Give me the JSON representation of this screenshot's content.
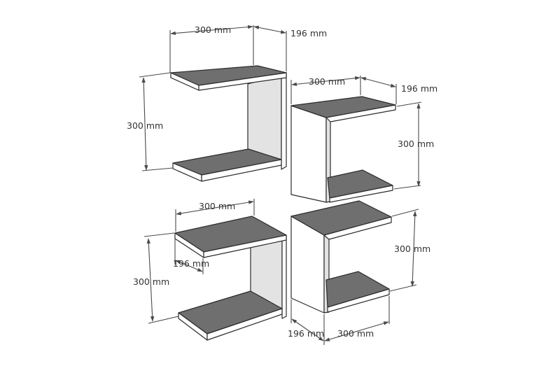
{
  "diagram": {
    "dimensions": {
      "tl_width": "300 mm",
      "tl_depth": "196 mm",
      "tl_height": "300 mm",
      "tr_width": "300 mm",
      "tr_depth": "196 mm",
      "tr_height": "300 mm",
      "bl_width": "300 mm",
      "bl_depth": "196 mm",
      "bl_height": "300 mm",
      "br_height": "300 mm",
      "br_depth": "196 mm",
      "br_width": "300 mm"
    },
    "colors": {
      "shelf_top": "#6f6f6f",
      "side_panel": "#e3e3e3",
      "edge": "#ffffff",
      "line": "#2b2b2b"
    }
  }
}
